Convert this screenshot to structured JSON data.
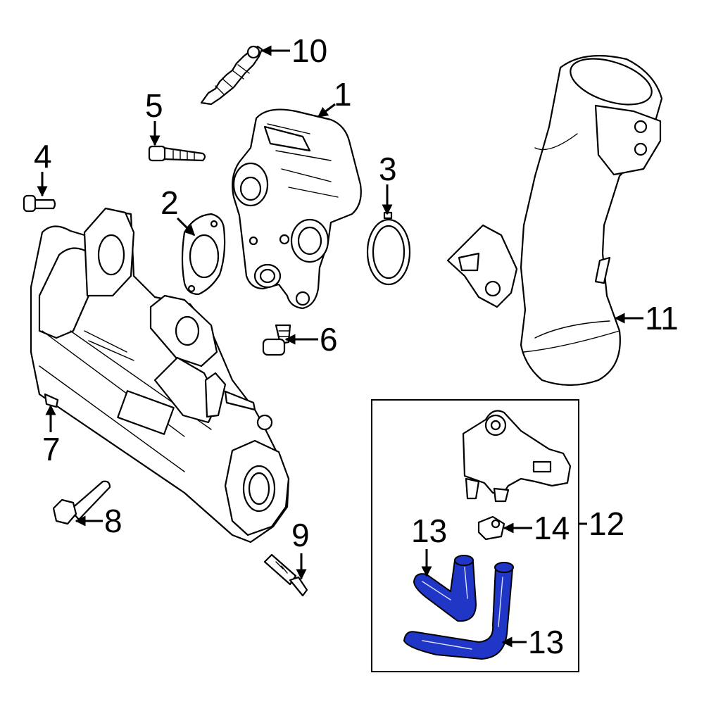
{
  "callouts": {
    "c1": "1",
    "c2": "2",
    "c3": "3",
    "c4": "4",
    "c5": "5",
    "c6": "6",
    "c7": "7",
    "c8": "8",
    "c9": "9",
    "c10": "10",
    "c11": "11",
    "c12": "12",
    "c13a": "13",
    "c13b": "13",
    "c14": "14"
  },
  "colors": {
    "highlight_hose": "#1f36c6",
    "line": "#000000",
    "background": "#ffffff"
  }
}
